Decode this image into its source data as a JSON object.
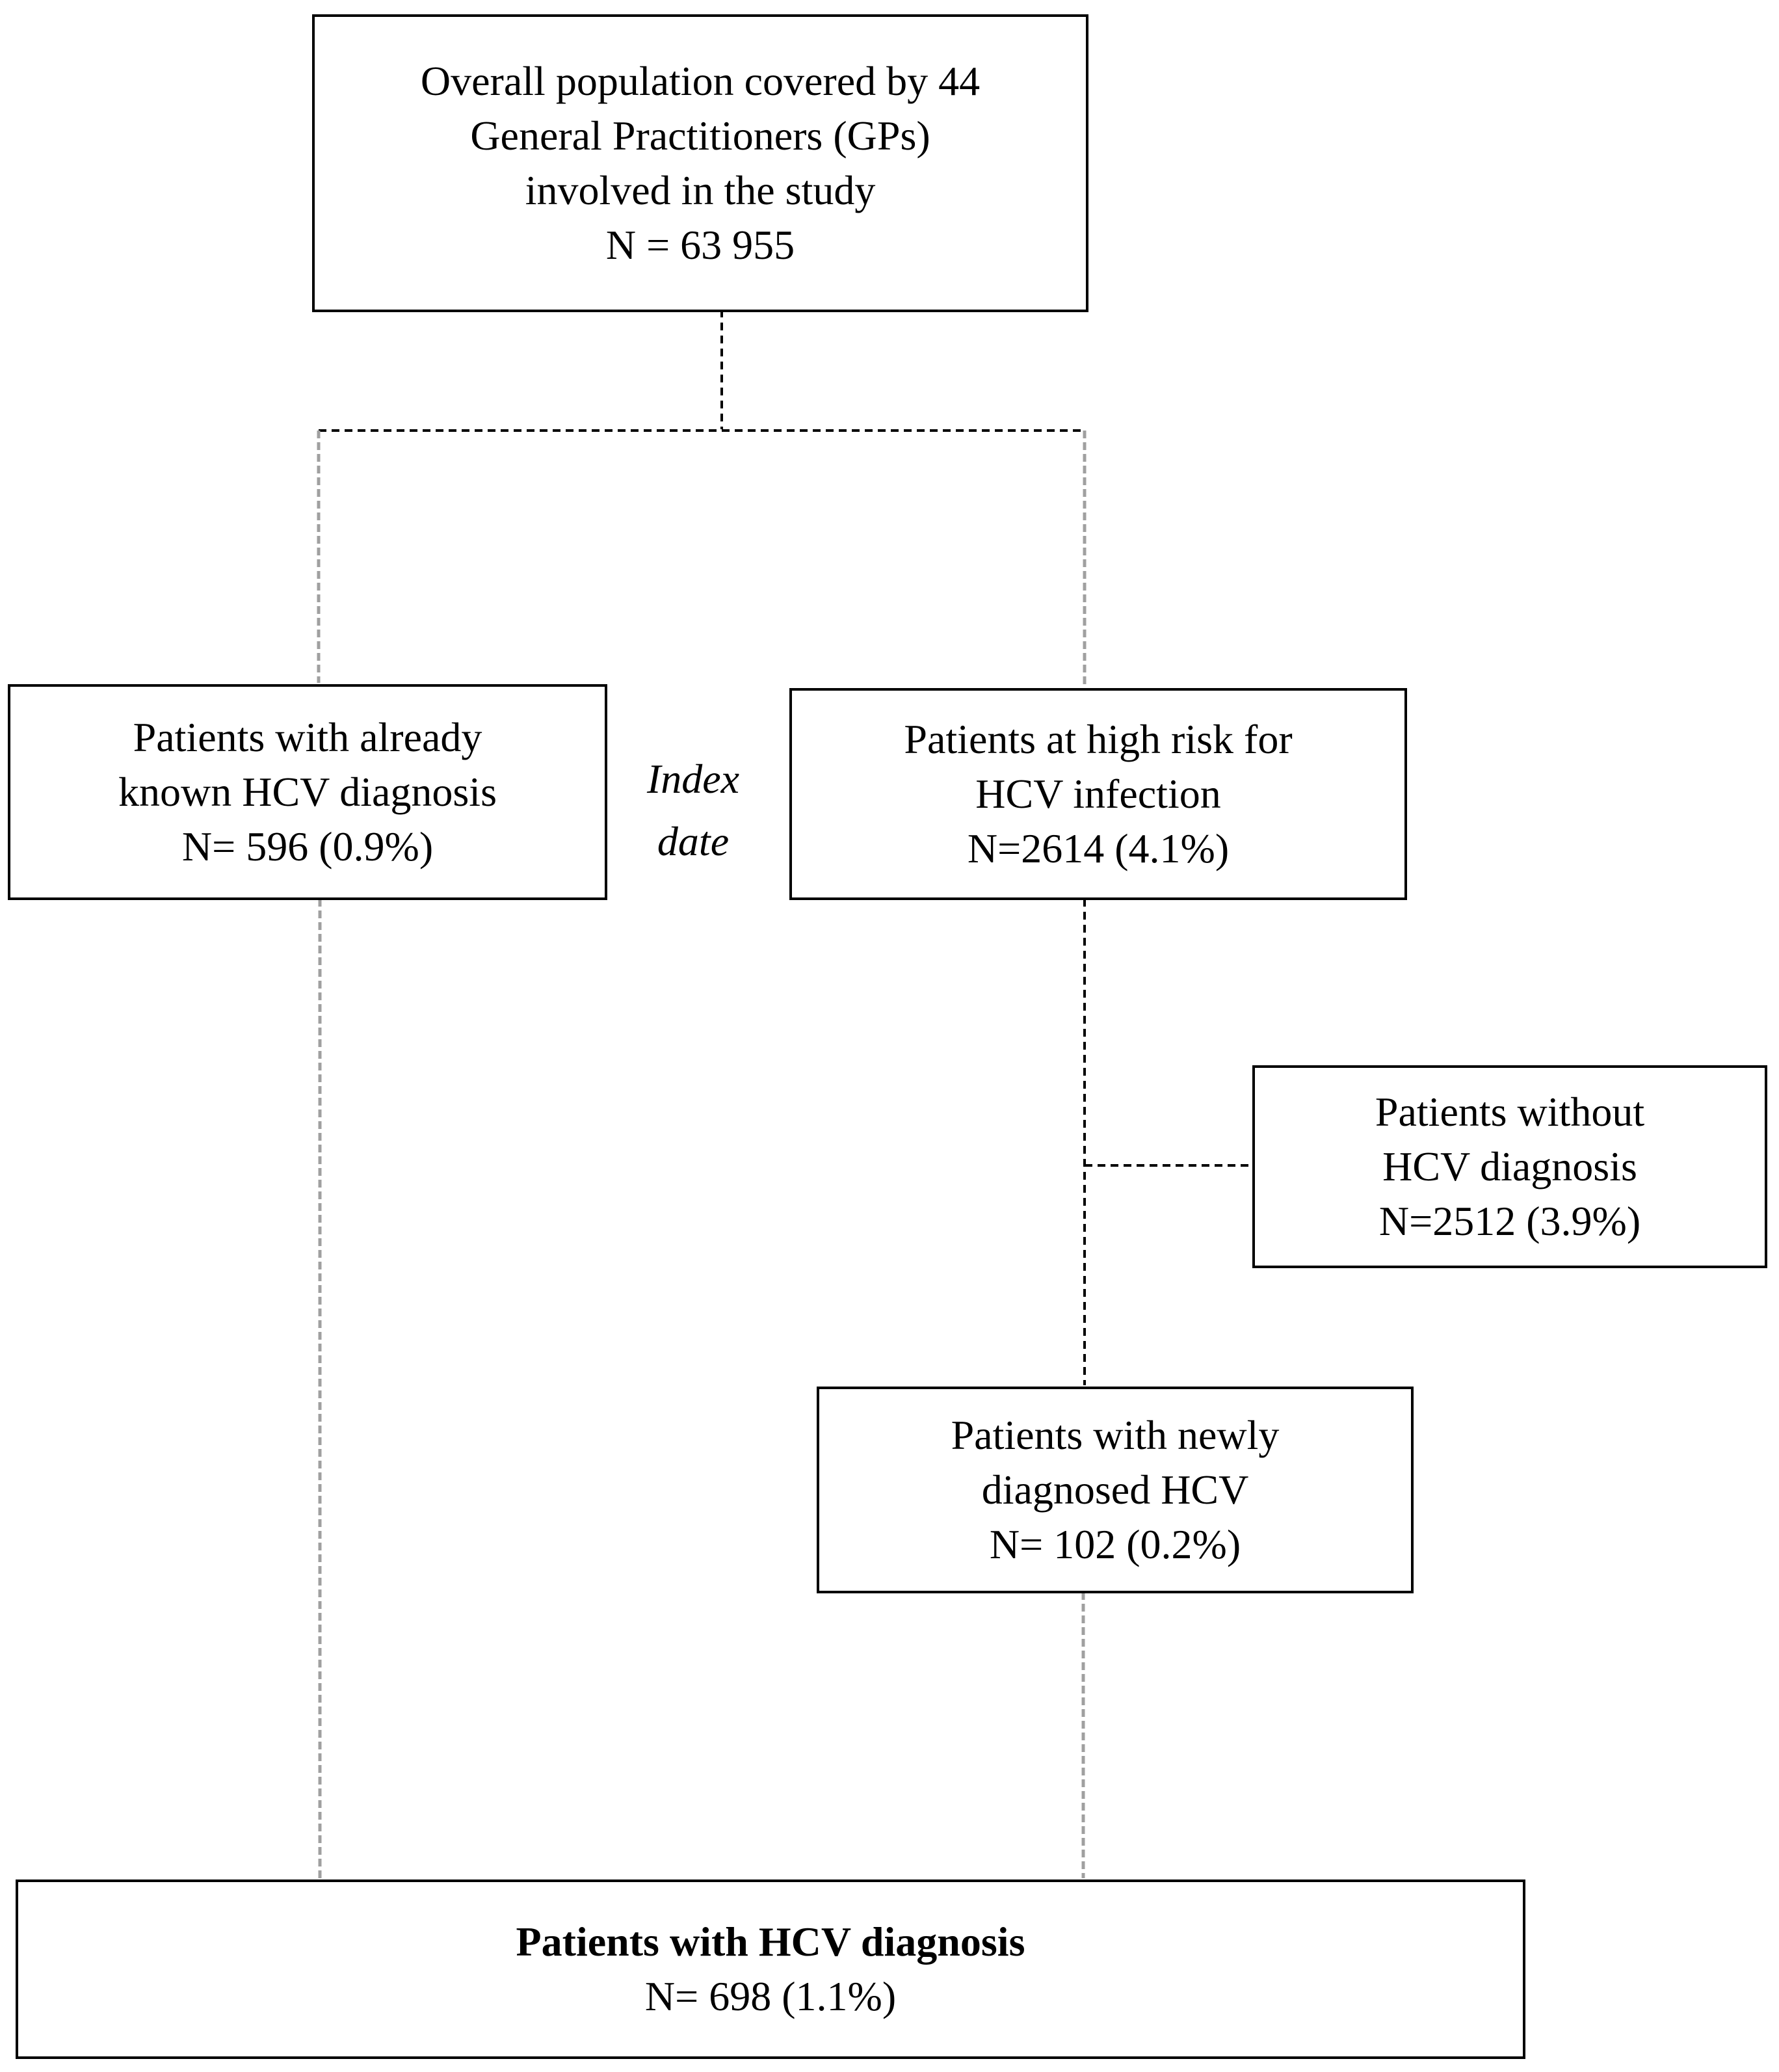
{
  "boxes": {
    "overall": {
      "lines": [
        "Overall population covered by 44",
        "General Practitioners (GPs)",
        "involved in the study",
        "N = 63 955"
      ]
    },
    "known": {
      "lines": [
        "Patients with already",
        "known HCV diagnosis",
        "N= 596 (0.9%)"
      ]
    },
    "high_risk": {
      "lines": [
        "Patients at high risk for",
        "HCV infection",
        "N=2614 (4.1%)"
      ]
    },
    "without": {
      "lines": [
        "Patients without",
        "HCV diagnosis",
        "N=2512 (3.9%)"
      ]
    },
    "newly": {
      "lines": [
        "Patients with newly",
        "diagnosed HCV",
        "N= 102 (0.2%)"
      ]
    },
    "total": {
      "lines": [
        "Patients with HCV diagnosis",
        "N= 698 (1.1%)"
      ]
    }
  },
  "index_label": [
    "Index",
    "date"
  ],
  "colors": {
    "border": "#000000",
    "connector_dark": "#000000",
    "connector_light": "#a0a0a0"
  }
}
